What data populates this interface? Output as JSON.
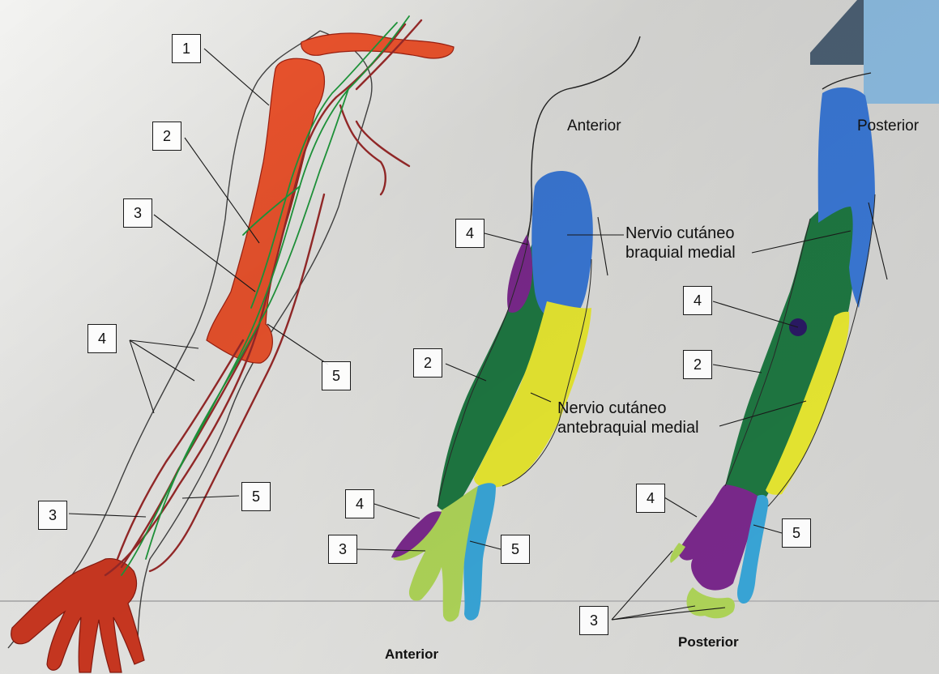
{
  "views": {
    "anterior_top": "Anterior",
    "posterior_top": "Posterior",
    "anterior_bottom": "Anterior",
    "posterior_bottom": "Posterior"
  },
  "nerve_labels": {
    "brachial_line1": "Nervio cutáneo",
    "brachial_line2": "braquial medial",
    "antebrachial_line1": "Nervio cutáneo",
    "antebrachial_line2": "antebraquial medial"
  },
  "markers": {
    "left": [
      "1",
      "2",
      "3",
      "4",
      "5",
      "3",
      "5"
    ],
    "middle": [
      "4",
      "2",
      "4",
      "3",
      "5"
    ],
    "right": [
      "4",
      "2",
      "4",
      "5",
      "3"
    ]
  },
  "colors": {
    "bone": "#f0552e",
    "artery": "#9b2a2a",
    "nerve": "#1f9a3c",
    "blue": "#3b7ad9",
    "yellow": "#ecec32",
    "green": "#1f7a43",
    "purple": "#7d2a8f",
    "light_green": "#b2d95a",
    "cyan": "#3aa9dc"
  }
}
